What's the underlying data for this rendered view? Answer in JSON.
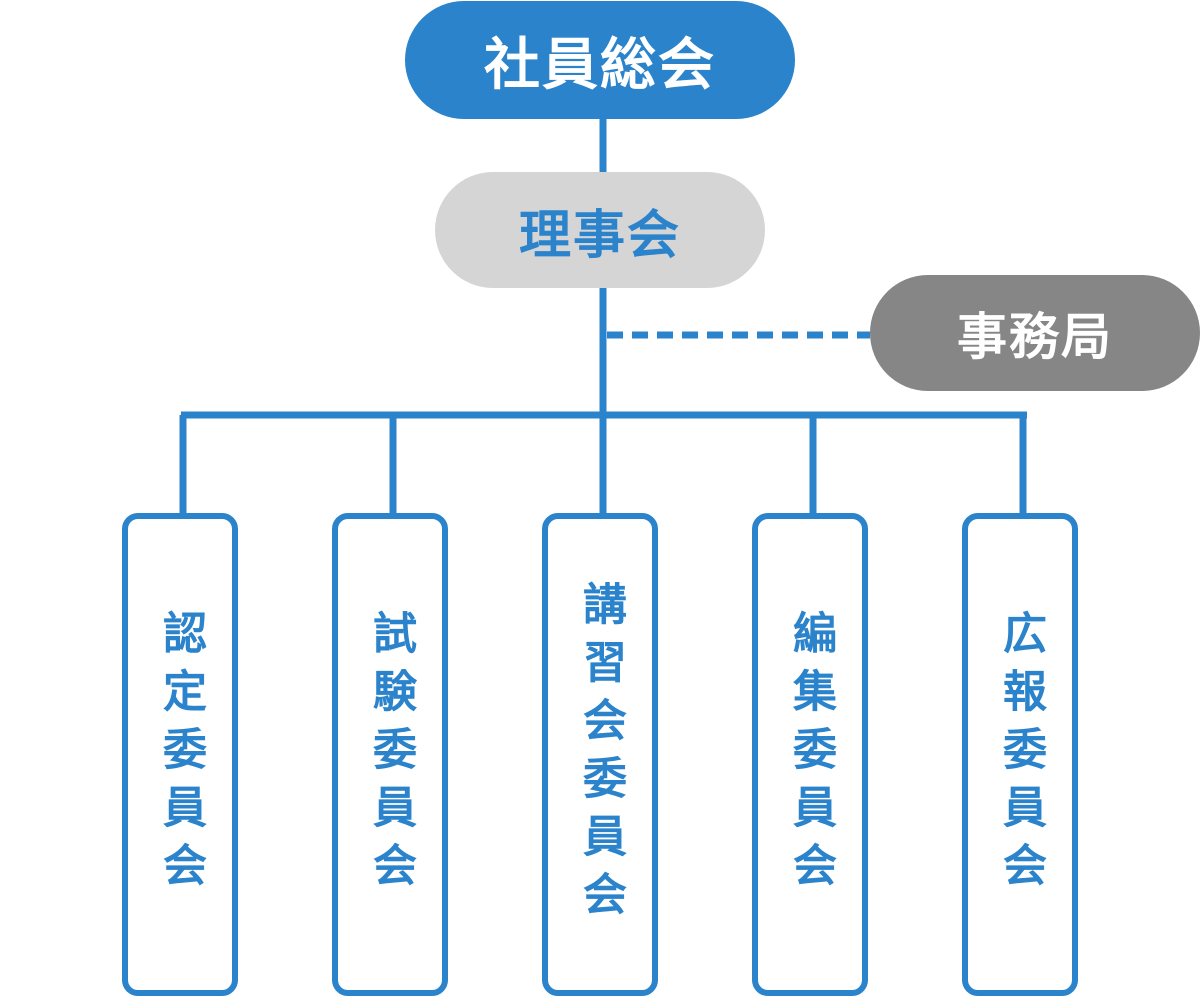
{
  "diagram": {
    "top": {
      "label": "社員総会"
    },
    "board": {
      "label": "理事会"
    },
    "office": {
      "label": "事務局"
    },
    "committees": [
      {
        "label": "認定委員会"
      },
      {
        "label": "試験委員会"
      },
      {
        "label": "講習会委員会"
      },
      {
        "label": "編集委員会"
      },
      {
        "label": "広報委員会"
      }
    ]
  },
  "colors": {
    "primary": "#2a83cb",
    "board_fill": "#d5d5d5",
    "office_fill": "#868686",
    "white": "#ffffff"
  }
}
